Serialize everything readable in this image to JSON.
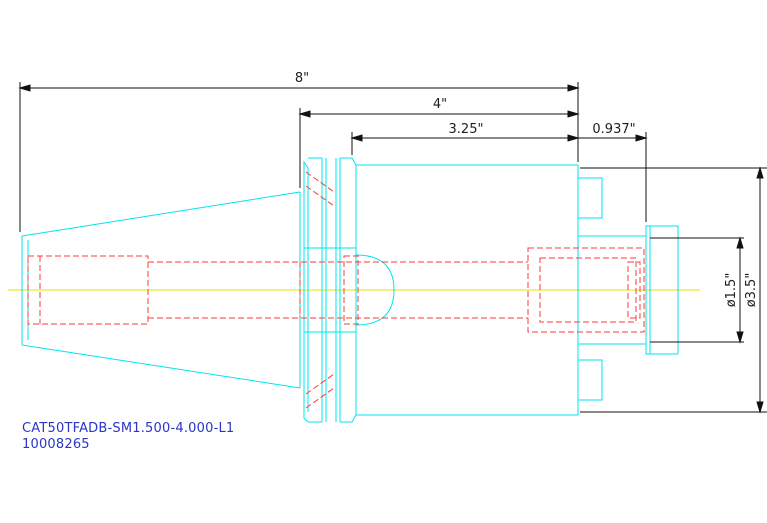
{
  "dimensions": {
    "overall_length": "8\"",
    "shank_length": "4\"",
    "body_length": "3.25\"",
    "projection": "0.937\"",
    "bore_diameter": "ø1.5\"",
    "body_diameter": "ø3.5\""
  },
  "labels": {
    "part_number": "CAT50TFADB-SM1.500-4.000-L1",
    "serial_number": "10008265"
  },
  "colors": {
    "outline": "#00e5ee",
    "hidden": "#ff3a3a",
    "dimension": "#111111",
    "centerline": "#e8e100",
    "label": "#2b35c9"
  }
}
